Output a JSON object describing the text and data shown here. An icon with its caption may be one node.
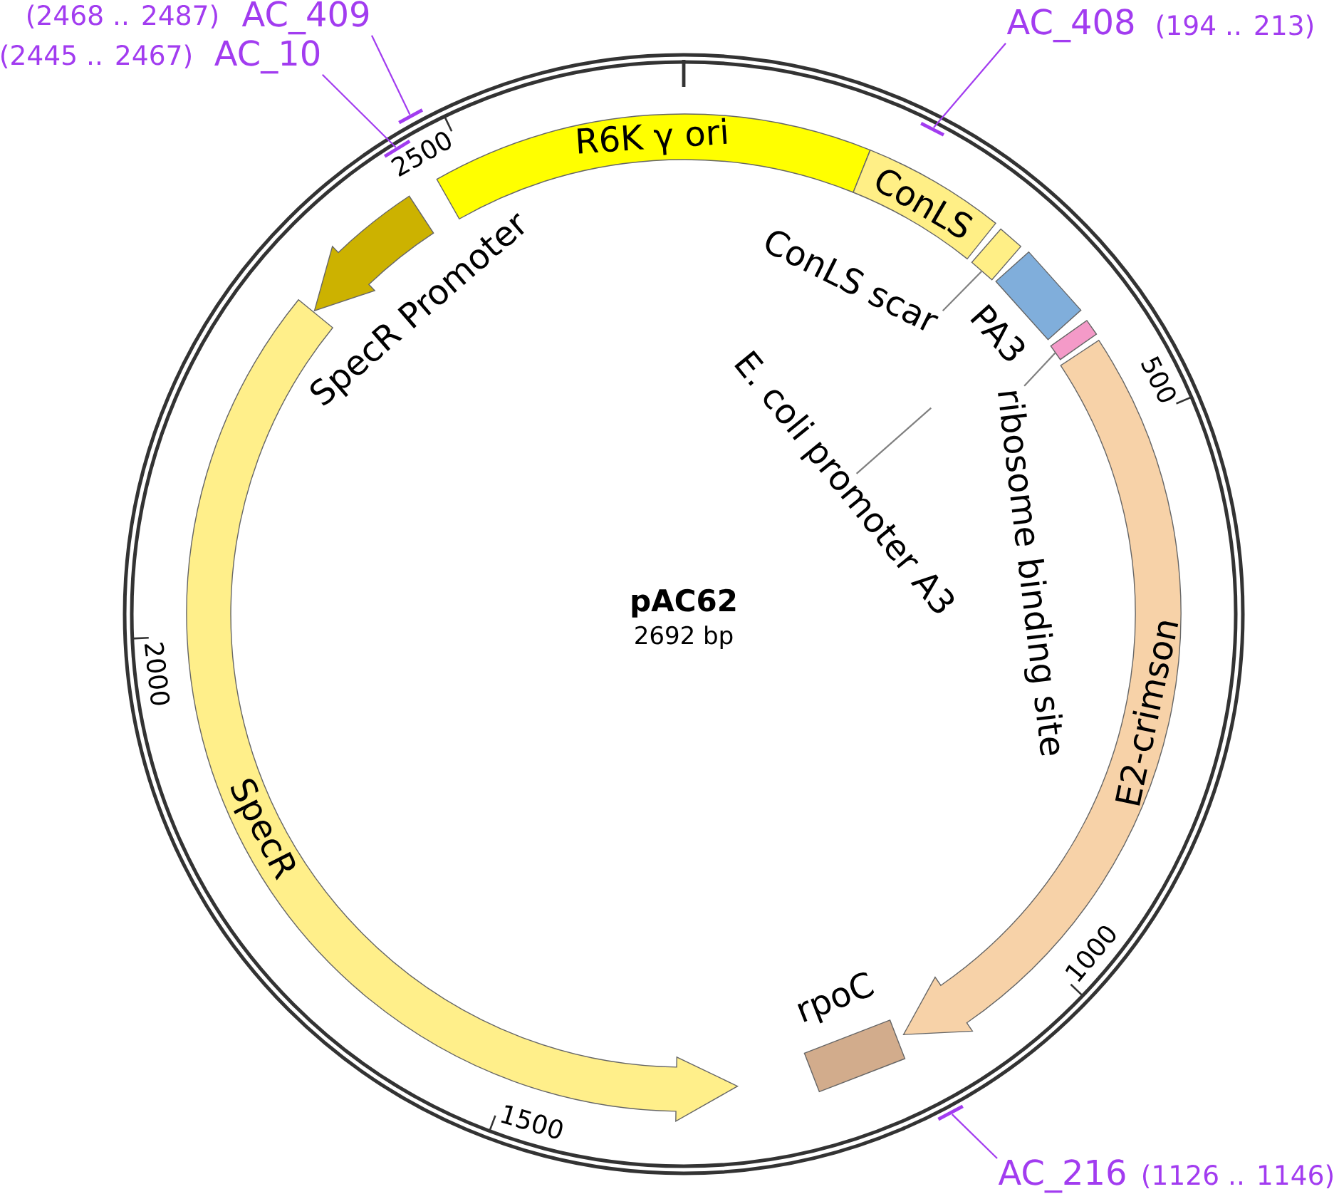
{
  "diagram": {
    "title": "pAC62",
    "nodes": [
      {
        "text": [
          "AC_409"
        ],
        "beside": [
          "(2468 .. 2487)"
        ]
      },
      {
        "text": [
          "AC_10"
        ],
        "beside": [
          "(2445 .. 2467)"
        ]
      },
      {
        "text": [
          "AC_408"
        ],
        "beside": [
          "(194 .. 213)"
        ]
      },
      {
        "text": [],
        "shape": "bar"
      },
      {
        "text": [],
        "shape": "bar"
      },
      {
        "text": [],
        "shape": "bar"
      },
      {
        "text": [
          "R6K γ ori"
        ]
      },
      {
        "text": [
          "ConLS"
        ]
      },
      {
        "text": [],
        "shape": "arrow",
        "beside": [
          "SpecR Promoter"
        ]
      },
      {
        "text": [],
        "shape": "box"
      },
      {
        "text": [
          "ConLS scar"
        ]
      },
      {
        "text": [],
        "shape": "box",
        "beside": [
          "PA3"
        ]
      },
      {
        "text": [],
        "shape": "box"
      },
      {
        "text": [
          "ribosome binding site"
        ]
      },
      {
        "text": [
          "E. coli promoter A3"
        ]
      },
      {
        "text": [
          "E2-crimson"
        ]
      },
      {
        "text": [
          "SpecR"
        ]
      },
      {
        "text": [],
        "shape": "box",
        "beside": [
          "rpoC"
        ]
      },
      {
        "text": [],
        "shape": "bar"
      },
      {
        "text": [
          "AC_216"
        ],
        "beside": [
          "(1126 .. 1146)"
        ]
      }
    ],
    "edges": [
      {
        "from": 0,
        "to": 3,
        "arrow": "none"
      },
      {
        "from": 1,
        "to": 4,
        "arrow": "none"
      },
      {
        "from": 2,
        "to": 5,
        "arrow": "none"
      },
      {
        "from": 10,
        "to": 9,
        "arrow": "none",
        "color": "#808080"
      },
      {
        "from": 13,
        "to": 12,
        "arrow": "none",
        "color": "#808080"
      },
      {
        "from": 14,
        "to": null,
        "arrow": "none",
        "color": "#808080"
      },
      {
        "from": 19,
        "to": 18,
        "arrow": "none"
      }
    ],
    "labels": [
      "2500",
      "500",
      "2692 bp",
      "2000",
      "1000",
      "1500"
    ]
  }
}
